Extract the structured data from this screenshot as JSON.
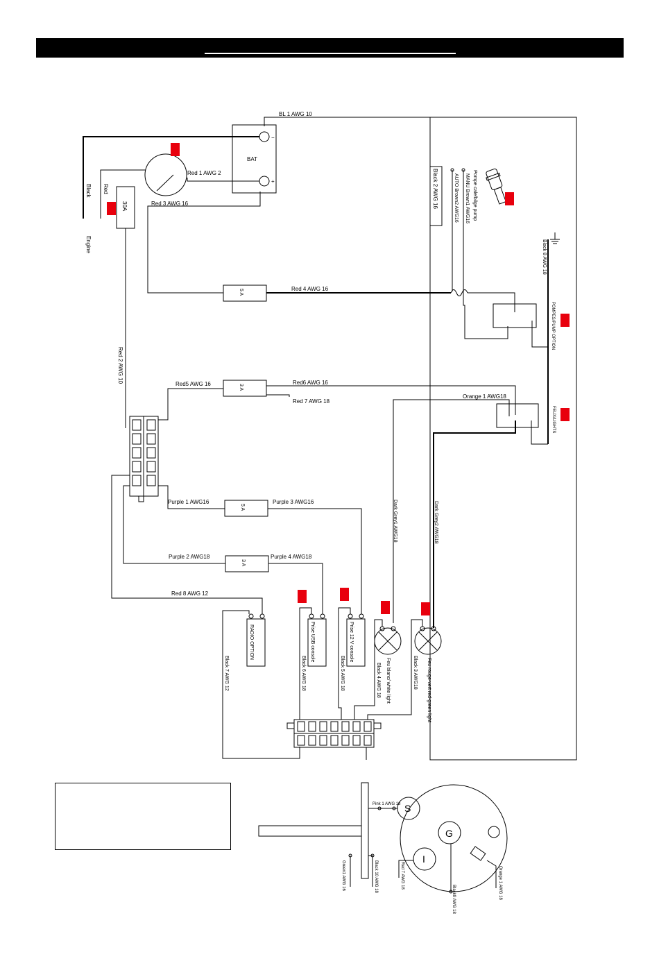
{
  "labels": {
    "bl1": "BL 1 AWG 10",
    "bat": "BAT",
    "minus": "−",
    "plus": "+",
    "red1": "Red 1 AWG 2",
    "red3": "Red 3 AWG 16",
    "black_engine": "Black",
    "red_engine": "Red",
    "engine": "Engine",
    "fuse30": "30A",
    "black2": "Black 2 AWG 16",
    "auto_brown2": "AUTO Brown2 AWG16",
    "manu_brown1": "MANU Brown1 AWG16",
    "pump_label": "Pompe cale/bilge pump",
    "black8": "Black 8 AWG 18",
    "red4": "Red 4 AWG 16",
    "fuse5a": "5 A",
    "pompe_option": "POMPES/PUMP OPTION",
    "red2": "Red 2 AWG 10",
    "red5": "Red5 AWG 16",
    "fuse3a": "3 A",
    "red6": "Red6 AWG 16",
    "red7": "Red 7 AWG 18",
    "orange1": "Orange 1 AWG18",
    "feux_lights": "FEUX/LIGHTS",
    "dark_grey1": "Dark Grey1 AWG18",
    "dark_grey2": "Dark Grey2 AWG18",
    "purple1": "Purple 1 AWG16",
    "purple3": "Purple 3 AWG16",
    "purple2": "Purple 2 AWG18",
    "purple4": "Purple 4 AWG18",
    "red8": "Red 8 AWG 12",
    "radio_option": "RADIO OPTION",
    "prise_usb": "Prise USB console",
    "prise_12v": "Prise 12 V console",
    "feu_blanc": "Feu blanc/ white light",
    "feu_rouge": "Feu rouge-vert red-green light",
    "black7": "Black 7 AWG 12",
    "black6": "Black 6 AWG 18",
    "black5": "Black 5 AWG 18",
    "black4": "Black 4 AWG 18",
    "black3": "Black 3 AWG18",
    "pink1": "Pink 1 AWG 18",
    "green1": "Green1 AWG 16",
    "black10": "Black 10 AWG 18",
    "red7b": "Red 7 AWG 18",
    "black9": "Black9 AWG 18",
    "orange1b": "Orange 1 AWG 18",
    "key_s": "S",
    "key_g": "G",
    "key_i": "I"
  },
  "colors": {
    "marker": "#e8000d",
    "header": "#000000"
  },
  "icons": {
    "pump": "bilge-pump-icon",
    "ground": "ground-icon",
    "lamp": "lamp-icon"
  }
}
